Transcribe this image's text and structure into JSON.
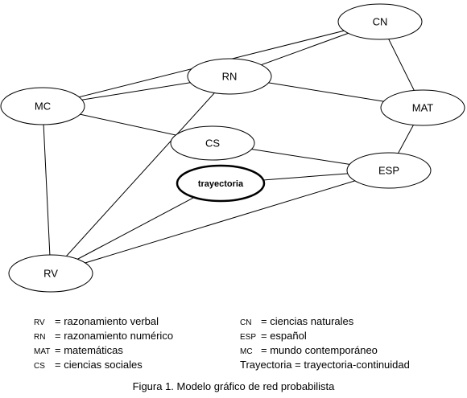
{
  "nodes": {
    "CN": {
      "label": "CN"
    },
    "RN": {
      "label": "RN"
    },
    "MC": {
      "label": "MC"
    },
    "MAT": {
      "label": "MAT"
    },
    "CS": {
      "label": "CS"
    },
    "ESP": {
      "label": "ESP"
    },
    "TRAY": {
      "label": "trayectoria"
    },
    "RV": {
      "label": "RV"
    }
  },
  "edges": [
    [
      "MC",
      "CN"
    ],
    [
      "RN",
      "CN"
    ],
    [
      "MC",
      "RN"
    ],
    [
      "RN",
      "MAT"
    ],
    [
      "CN",
      "MAT"
    ],
    [
      "MAT",
      "ESP"
    ],
    [
      "MC",
      "CS"
    ],
    [
      "CS",
      "ESP"
    ],
    [
      "TRAY",
      "ESP"
    ],
    [
      "MC",
      "RV"
    ],
    [
      "RN",
      "RV"
    ],
    [
      "TRAY",
      "RV"
    ],
    [
      "RV",
      "ESP"
    ]
  ],
  "legend": {
    "left": [
      {
        "abbr": "RV",
        "text": "= razonamiento verbal"
      },
      {
        "abbr": "RN",
        "text": "= razonamiento numérico"
      },
      {
        "abbr": "MAT",
        "text": "= matemáticas"
      },
      {
        "abbr": "CS",
        "text": "= ciencias sociales"
      }
    ],
    "right": [
      {
        "abbr": "CN",
        "text": "= ciencias naturales"
      },
      {
        "abbr": "ESP",
        "text": "= español"
      },
      {
        "abbr": "MC",
        "text": "= mundo contemporáneo"
      }
    ],
    "trail": "Trayectoria = trayectoria-continuidad"
  },
  "caption": "Figura 1. Modelo gráfico de red probabilista"
}
